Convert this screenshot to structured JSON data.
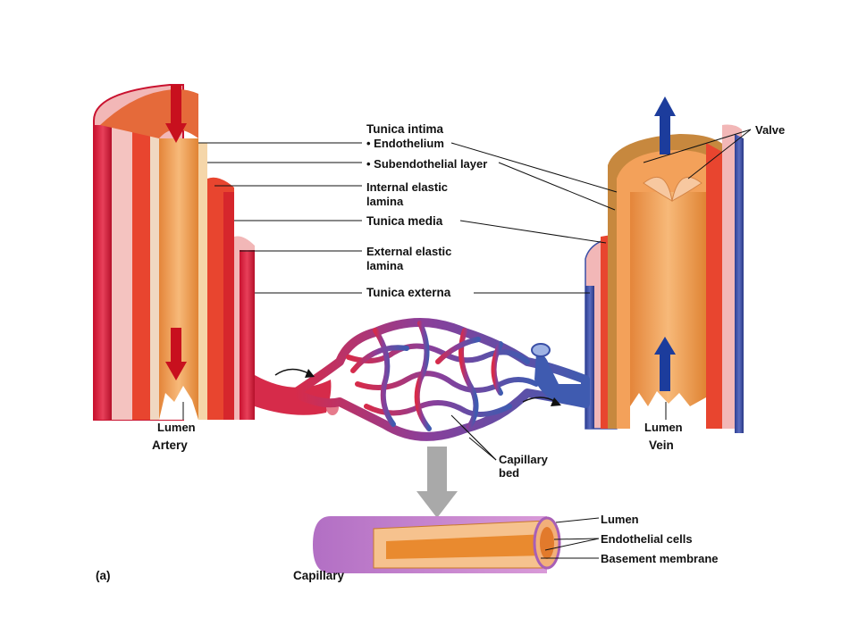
{
  "labels": {
    "tunica_intima": "Tunica intima",
    "endothelium": "• Endothelium",
    "subendothelial": "• Subendothelial layer",
    "internal_elastic_1": "Internal elastic",
    "internal_elastic_2": "lamina",
    "tunica_media": "Tunica media",
    "external_elastic_1": "External elastic",
    "external_elastic_2": "lamina",
    "tunica_externa": "Tunica externa",
    "valve": "Valve",
    "lumen_artery": "Lumen",
    "artery": "Artery",
    "lumen_vein": "Lumen",
    "vein": "Vein",
    "capillary_bed_1": "Capillary",
    "capillary_bed_2": "bed",
    "lumen_capillary": "Lumen",
    "endothelial_cells": "Endothelial cells",
    "basement_membrane": "Basement membrane",
    "capillary": "Capillary",
    "panel": "(a)"
  },
  "colors": {
    "artery_red": "#d8213a",
    "media_red": "#e8452f",
    "intima_orange": "#f3a15a",
    "externa_pink": "#f2b7b7",
    "vein_blue": "#3a4fa6",
    "capillary_purple": "#8a4fa0",
    "arrow_red": "#c8101e",
    "arrow_blue": "#1c3c9c"
  }
}
